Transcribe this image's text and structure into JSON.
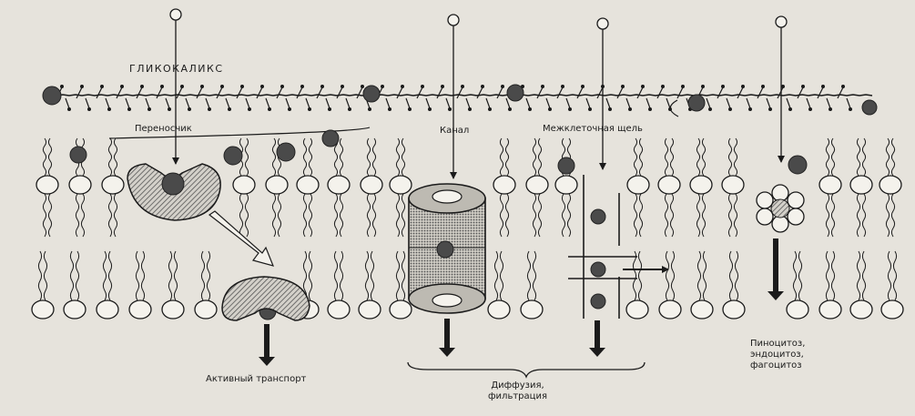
{
  "labels": {
    "glycocalyx": "ГЛИКОКАЛИКС",
    "carrier": "Переносчик",
    "channel": "Канал",
    "intercellular_gap": "Межклеточная щель",
    "active_transport": "Активный транспорт",
    "diffusion_filtration": "Диффузия,\nфильтрация",
    "endocytosis": "Пиноцитоз,\nэндоцитоз,\nфагоцитоз"
  },
  "colors": {
    "paper": "#e6e3dc",
    "ink": "#1b1b1b",
    "particle": "#4a4a4a",
    "hatch": "#6a6a6a"
  }
}
